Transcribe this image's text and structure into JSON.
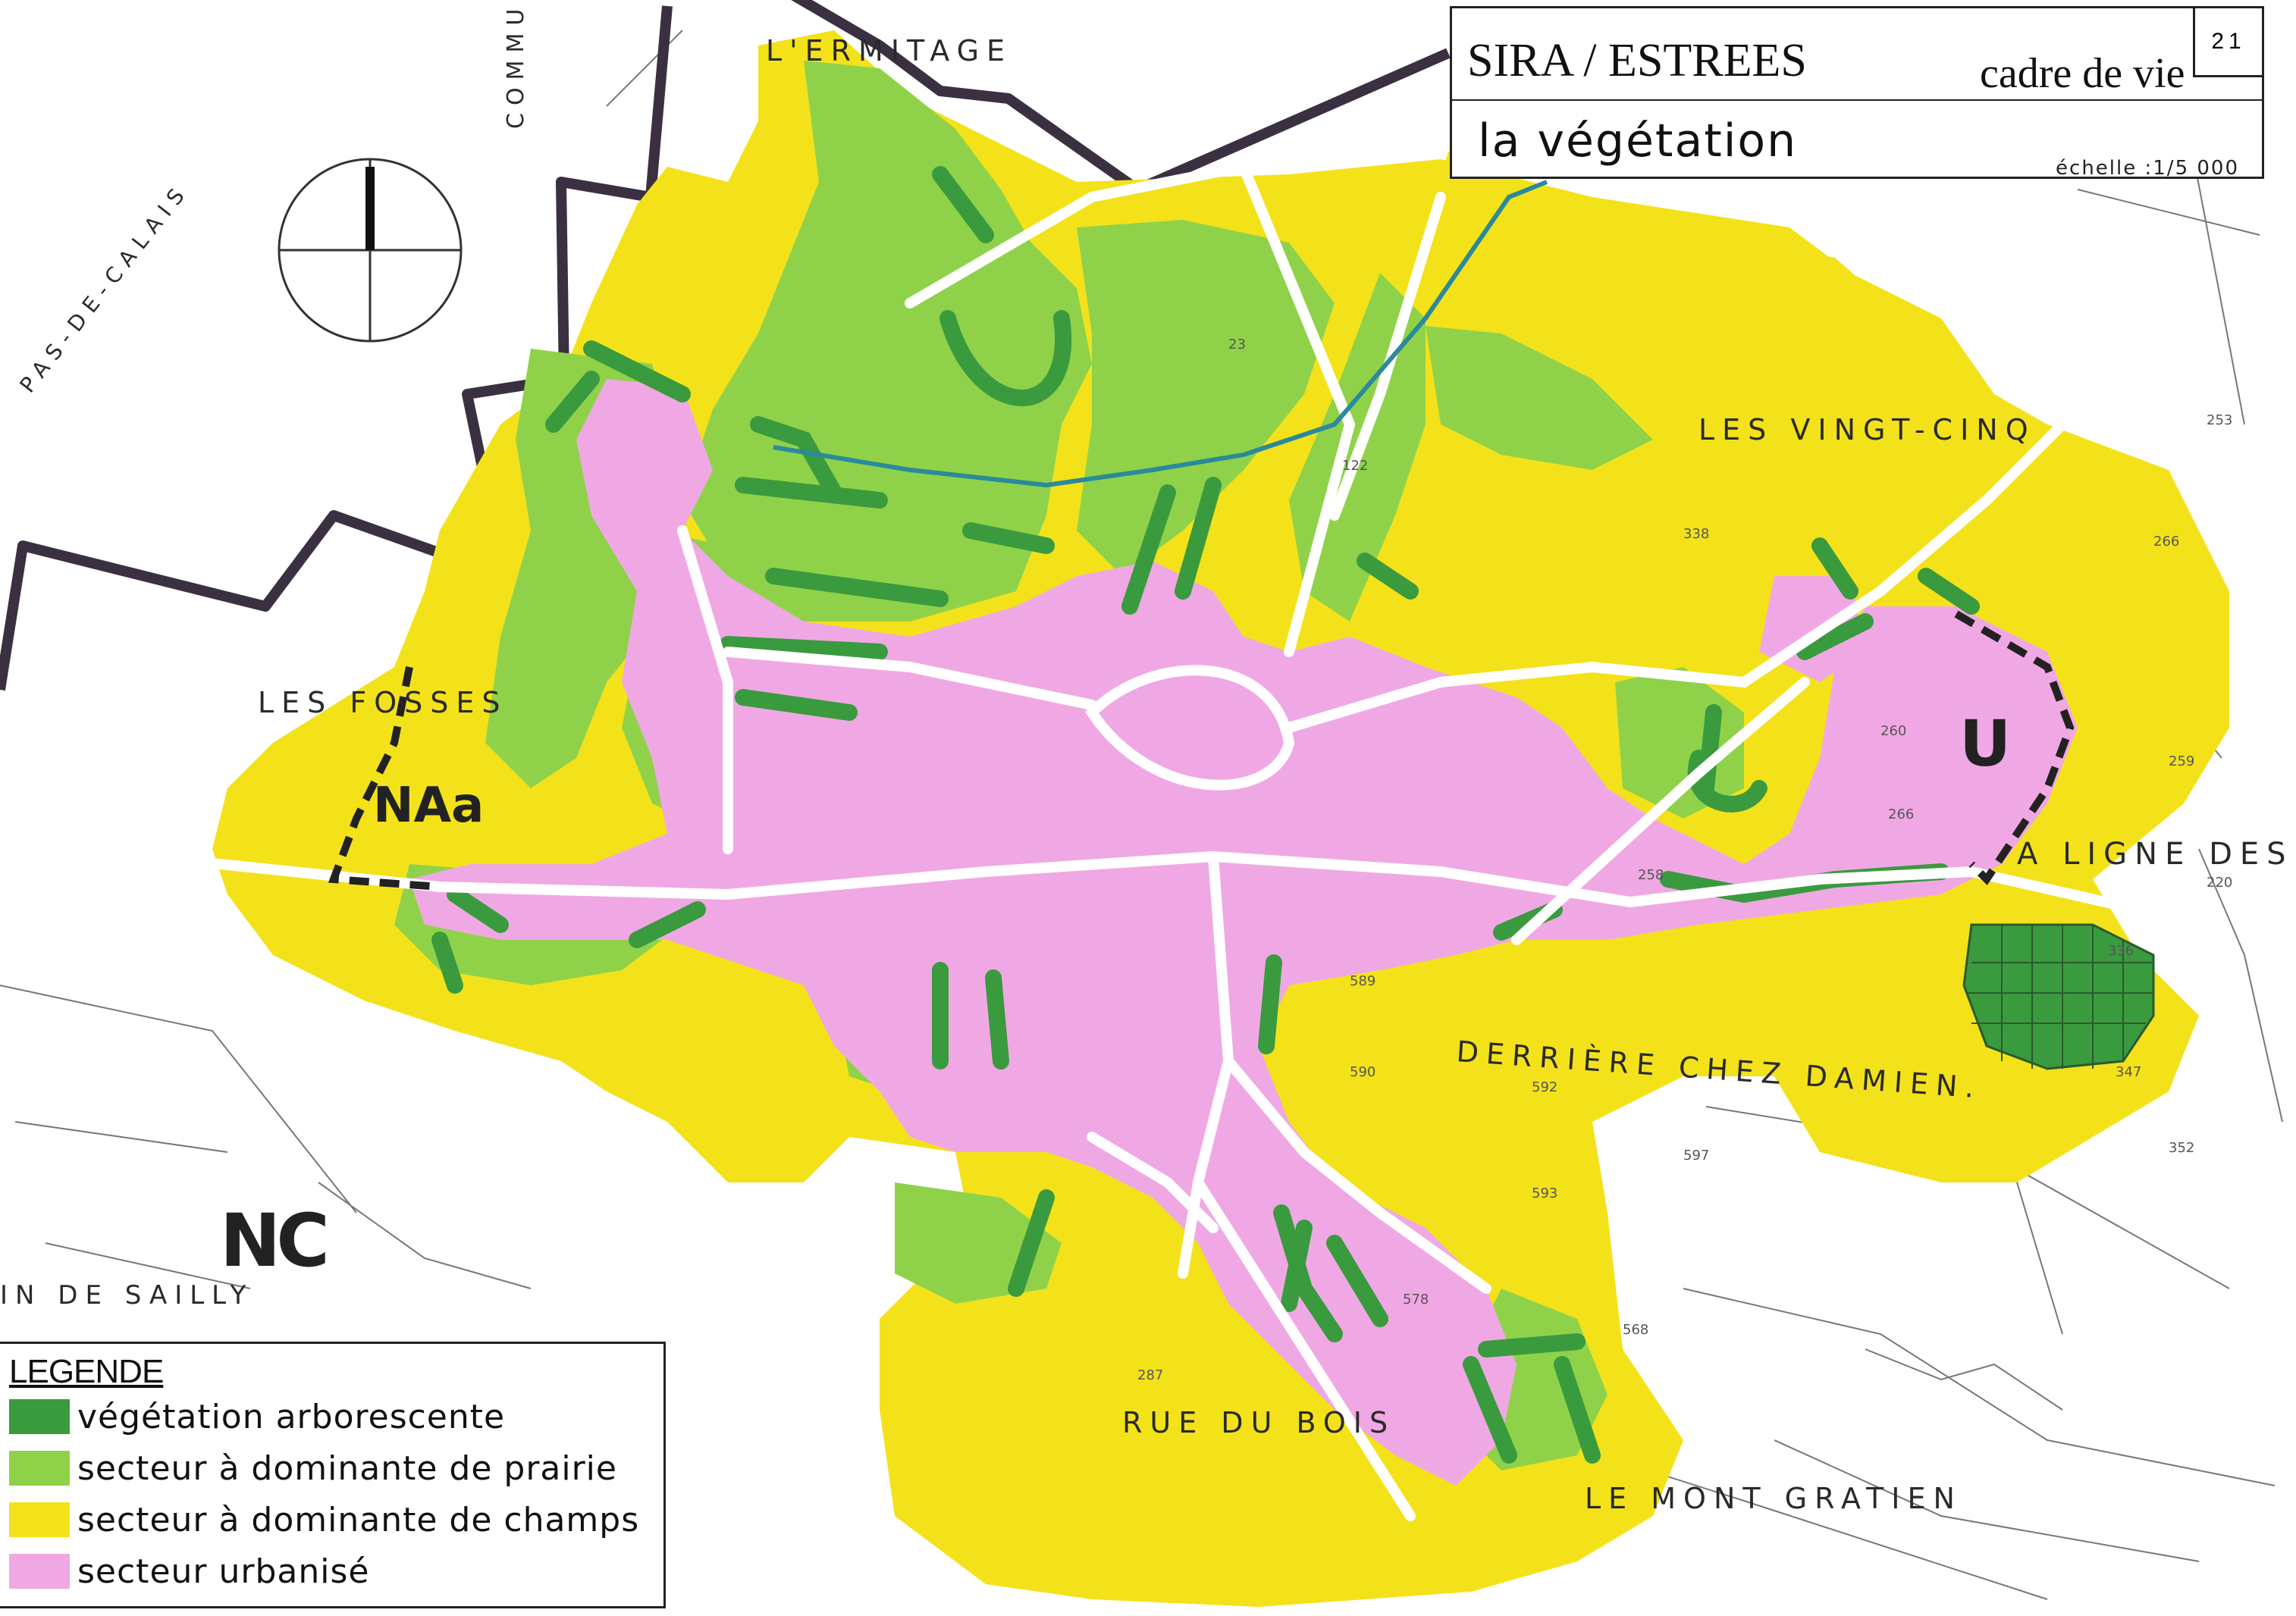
{
  "title": {
    "main": "SIRA / ESTREES",
    "subtitle": "cadre de vie",
    "number": "21",
    "theme": "la végétation",
    "scale": "échelle :1/5 000"
  },
  "legend": {
    "title": "LEGENDE",
    "items": [
      {
        "label": "végétation arborescente",
        "color": "#3a9a3e"
      },
      {
        "label": "secteur à dominante de prairie",
        "color": "#8fd24a"
      },
      {
        "label": "secteur à dominante de champs",
        "color": "#f3e21a"
      },
      {
        "label": "secteur urbanisé",
        "color": "#f0a8e4"
      }
    ]
  },
  "colors": {
    "trees": "#3a9a3e",
    "meadow": "#8fd24a",
    "fields": "#f3e21a",
    "urban": "#f0a8e4",
    "boundary": "#3b3042",
    "water": "#2a8a9a"
  },
  "map_labels": {
    "ermitage": "L'ERMITAGE",
    "commun": "COMMUN",
    "pas_de_calais": "PAS-DE-CALAIS",
    "vingt_cinq": "LES VINGT-CINQ",
    "fosses": "LES FOSSES",
    "ligne_des_vea": "A LIGNE DES VEA",
    "derriere": "DERRIÈRE CHEZ DAMIEN.",
    "sailly": "IN DE SAILLY",
    "rue_du_bois": "RUE DU BOIS",
    "mont_gratien": "LE MONT GRATIEN"
  },
  "zones": {
    "naa": "NAa",
    "u": "U",
    "nc": "NC"
  }
}
